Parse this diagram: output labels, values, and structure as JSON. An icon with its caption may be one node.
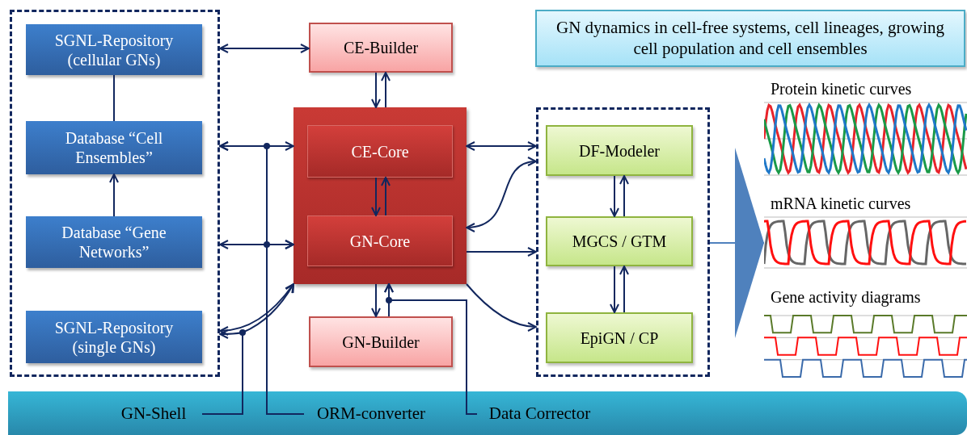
{
  "diagram": {
    "nodes": [
      {
        "text": [],
        "shape": "box"
      },
      {
        "text": [
          "SGNL-Repository (cellular GNs)"
        ],
        "in": 0
      },
      {
        "text": [
          "Database “Cell Ensembles”"
        ],
        "in": 0
      },
      {
        "text": [
          "Database “Gene Networks”"
        ],
        "in": 0
      },
      {
        "text": [
          "SGNL-Repository (single GNs)"
        ],
        "in": 0
      },
      {
        "text": [
          "CE-Builder"
        ]
      },
      {
        "text": [],
        "shape": "box"
      },
      {
        "text": [
          "CE-Core"
        ],
        "in": 6
      },
      {
        "text": [
          "GN-Core"
        ],
        "in": 6
      },
      {
        "text": [
          "GN-Builder"
        ]
      },
      {
        "text": [],
        "shape": "box"
      },
      {
        "text": [
          "DF-Modeler"
        ],
        "in": 10
      },
      {
        "text": [
          "MGCS / GTM"
        ],
        "in": 10
      },
      {
        "text": [
          "EpiGN / CP"
        ],
        "in": 10
      },
      {
        "text": [
          "GN dynamics in cell-free systems, cell lineages, growing cell population and cell ensembles"
        ]
      },
      {
        "text": [
          "Protein kinetic curves",
          "mRNA kinetic curves",
          "Gene activity diagrams"
        ]
      },
      {
        "text": [],
        "shape": "bar"
      },
      {
        "text": [
          "GN-Shell"
        ],
        "in": 16
      },
      {
        "text": [
          "ORM-converter"
        ],
        "in": 16
      },
      {
        "text": [
          "Data Corrector"
        ],
        "in": 16
      }
    ],
    "edges": [
      {
        "from": 0,
        "to": 5,
        "arrow": "both"
      },
      {
        "from": 0,
        "to": 6,
        "arrow": "both"
      },
      {
        "from": 0,
        "to": 6,
        "arrow": "both"
      },
      {
        "from": 0,
        "to": 6,
        "arrow": "both"
      },
      {
        "from": 1,
        "to": 2,
        "arrow": "none"
      },
      {
        "from": 3,
        "to": 2,
        "arrow": "to"
      },
      {
        "from": 5,
        "to": 6,
        "arrow": "to"
      },
      {
        "from": 6,
        "to": 5,
        "arrow": "to"
      },
      {
        "from": 7,
        "to": 8,
        "arrow": "to"
      },
      {
        "from": 8,
        "to": 7,
        "arrow": "to"
      },
      {
        "from": 6,
        "to": 9,
        "arrow": "to"
      },
      {
        "from": 9,
        "to": 6,
        "arrow": "to"
      },
      {
        "from": 6,
        "to": 10,
        "arrow": "both"
      },
      {
        "from": 6,
        "to": 10,
        "arrow": "both"
      },
      {
        "from": 6,
        "to": 10,
        "arrow": "to"
      },
      {
        "from": 6,
        "to": 10,
        "arrow": "to"
      },
      {
        "from": 11,
        "to": 12,
        "arrow": "to"
      },
      {
        "from": 12,
        "to": 11,
        "arrow": "to"
      },
      {
        "from": 12,
        "to": 13,
        "arrow": "to"
      },
      {
        "from": 13,
        "to": 12,
        "arrow": "to"
      },
      {
        "from": 10,
        "to": 15,
        "arrow": "to",
        "color": "#4f81bd"
      },
      {
        "from": 17,
        "to": 0,
        "arrow": "to"
      },
      {
        "from": 17,
        "to": 6,
        "arrow": "to"
      },
      {
        "from": 18,
        "to": 0,
        "arrow": "to"
      },
      {
        "from": 18,
        "to": 6,
        "arrow": "to"
      },
      {
        "from": 19,
        "to": 6,
        "arrow": "to"
      }
    ]
  }
}
